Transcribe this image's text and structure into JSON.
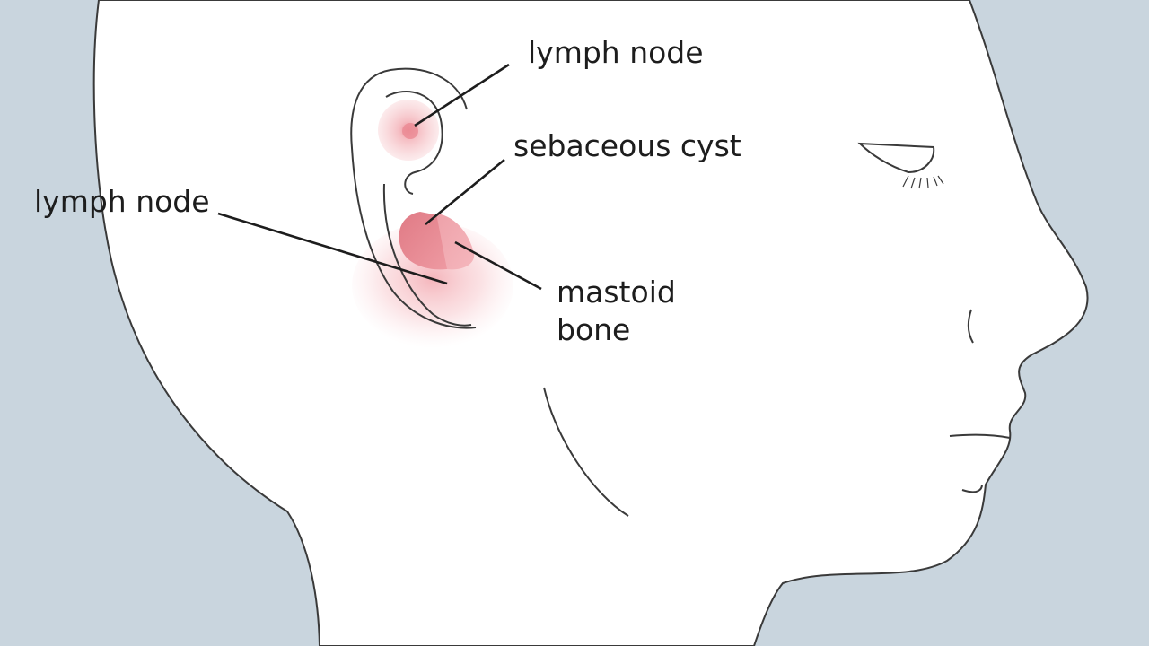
{
  "colors": {
    "background": "#c9d5de",
    "skin": "#ffffff",
    "outline": "#3a3a3a",
    "highlight": "#e9848e",
    "leader": "#1d1d1d"
  },
  "labels": {
    "lymph_node_upper": "lymph node",
    "sebaceous_cyst": "sebaceous cyst",
    "lymph_node_lower": "lymph node",
    "mastoid_line1": "mastoid",
    "mastoid_line2": "bone"
  }
}
